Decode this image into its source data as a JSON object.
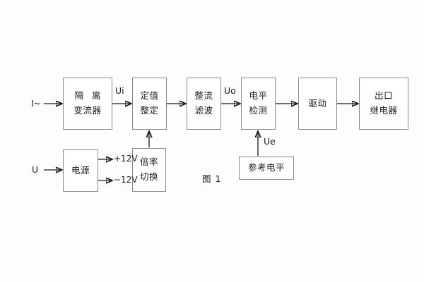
{
  "diagram": {
    "caption": "图 1",
    "blocks": [
      {
        "id": "isolation-ct",
        "lines": [
          "隔 离",
          "变流器"
        ]
      },
      {
        "id": "setting",
        "lines": [
          "定值",
          "整定"
        ]
      },
      {
        "id": "rectifier",
        "lines": [
          "整流",
          "滤波"
        ]
      },
      {
        "id": "level-detect",
        "lines": [
          "电平",
          "检测"
        ]
      },
      {
        "id": "drive",
        "lines": [
          "驱动"
        ]
      },
      {
        "id": "output-relay",
        "lines": [
          "出口",
          "继电器"
        ]
      },
      {
        "id": "power-supply",
        "lines": [
          "电源"
        ]
      },
      {
        "id": "ratio-switch",
        "lines": [
          "倍率",
          "切换"
        ]
      },
      {
        "id": "reference-level",
        "lines": [
          "参考电平"
        ]
      }
    ],
    "signals": {
      "current_input": "I~",
      "voltage_input": "U",
      "ui": "Ui",
      "uo": "Uo",
      "ue": "Ue",
      "rail_positive": "+12V",
      "rail_negative": "−12V"
    }
  }
}
